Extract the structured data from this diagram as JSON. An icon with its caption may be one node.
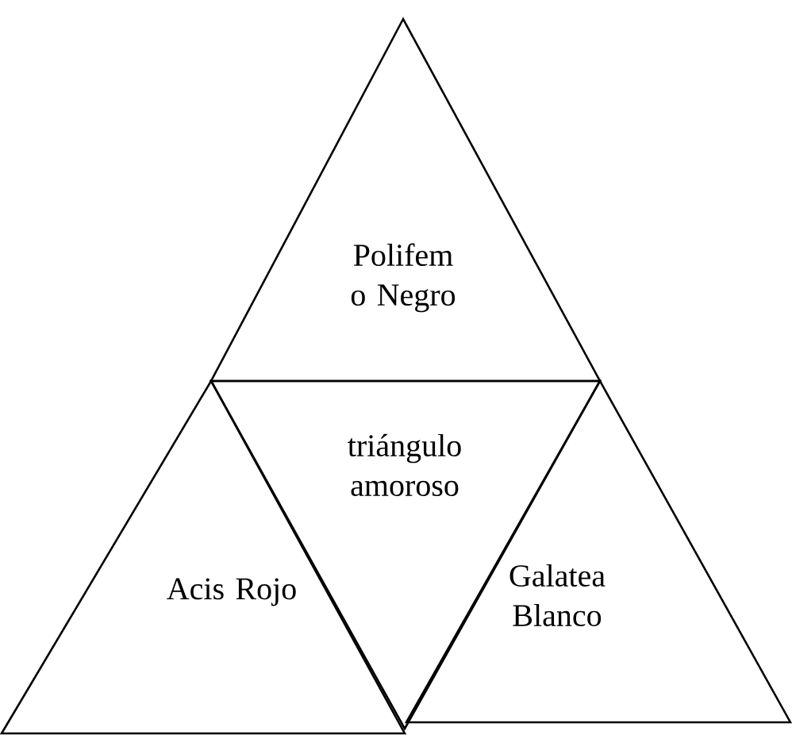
{
  "diagram": {
    "nodes": [
      {
        "text": [
          "Polifem o Negro"
        ]
      },
      {
        "text": [
          "triángulo amoroso"
        ]
      },
      {
        "text": [
          "Acis Rojo"
        ]
      },
      {
        "text": [
          "Galatea Blanco"
        ]
      }
    ]
  }
}
